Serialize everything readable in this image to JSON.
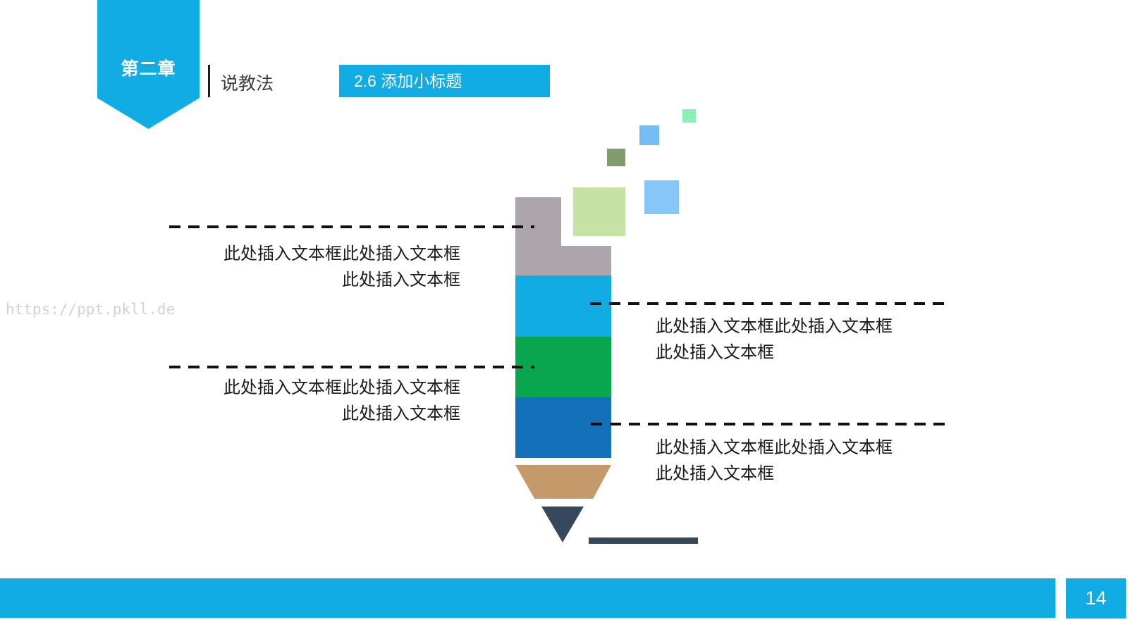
{
  "slide": {
    "chapter_badge": "第二章",
    "section_label": "说教法",
    "subtitle": "2.6 添加小标题",
    "watermark": "https://ppt.pkll.de",
    "page_number": "14"
  },
  "callouts": {
    "top_left": {
      "line1": "此处插入文本框此处插入文本框",
      "line2": "此处插入文本框"
    },
    "middle_right": {
      "line1": "此处插入文本框此处插入文本框",
      "line2": "此处插入文本框"
    },
    "bottom_left": {
      "line1": "此处插入文本框此处插入文本框",
      "line2": "此处插入文本框"
    },
    "bottom_right": {
      "line1": "此处插入文本框此处插入文本框",
      "line2": "此处插入文本框"
    }
  },
  "colors": {
    "accent_cyan": "#12ACE4",
    "pencil_gray": "#ACA6AC",
    "pencil_cyan": "#12ACE4",
    "pencil_green": "#0AA64F",
    "pencil_blue": "#1271B8",
    "pencil_wood_tan": "#C59A6B",
    "pencil_tip_navy": "#36485B",
    "decor_mint": "#8CF0B4",
    "decor_sky_small": "#75BDF4",
    "decor_olive": "#7E9C6E",
    "decor_light_green": "#C6E2A4",
    "decor_sky_large": "#87C6F6",
    "body_text": "#1B1B1B",
    "watermark_gray": "#D2D2D2"
  }
}
